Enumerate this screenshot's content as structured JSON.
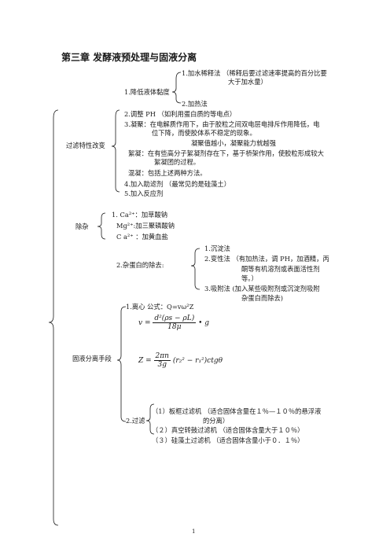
{
  "title": "第三章  发酵液预处理与固液分离",
  "sections": {
    "filter": {
      "label": "过滤特性改变",
      "sub1_label": "1.降低液体黏度",
      "sub1a_line1": "1.加水稀释法  （稀释后要过滤速率提高的百分比要",
      "sub1a_line2": "大于加水量）",
      "sub1b": "2.加热法",
      "item2": "2.调整 PH  （如利用蛋白质的等电点）",
      "item3_line1": "3.凝聚：在电解质作用下，由于胶粒之间双电层电排斥作用降低，电",
      "item3_line2": "位下降，而使胶体系不稳定的现象。",
      "item3_line3": "凝聚值越小，凝聚能力就越强",
      "floc_line1": "絮凝：在有些高分子絮凝剂存在下，基于桥架作用，使胶粒形成较大",
      "floc_line2": "絮凝团的过程。",
      "mix": "混凝：包括上述两种方法。",
      "item4": "4.加入助滤剂  （最常见的是硅藻土）",
      "item5": "5.加入反应剂"
    },
    "impurity": {
      "label": "除杂",
      "item1": "1. Ca²⁺：加草酸钠",
      "item2": "Mg²⁺:加三聚磷酸钠",
      "item3": "C a²⁺ ：加黄血盐",
      "protein_label": "2.杂蛋白的除去:",
      "p1": "1.沉淀法",
      "p2_line1": "2.变性法  （有加热法，调 PH，加酒精，丙",
      "p2_line2": "酮等有机溶剂或表面活性剂",
      "p2_line3": "等。）",
      "p3_line1": "3.吸附法   (加入某些吸附剂或沉淀剂吸附",
      "p3_line2": "杂蛋白而除去)"
    },
    "separation": {
      "label": "固液分离手段",
      "centrifuge": "1.离心   公式：Q=vω²Z",
      "f1_lhs": "v =",
      "f1_num": "d²(ρs − ρL)",
      "f1_den": "18μ",
      "f1_tail": "• g",
      "f2_lhs": "Z =",
      "f2_num": "2πn",
      "f2_den": "3g",
      "f2_tail": "(r₂² − r₁²)ctgθ",
      "filter_label": "2.过滤",
      "fi1_line1": "（1）板框过滤机   （适合固体含量在１％—１０％的悬浮液",
      "fi1_line2": "的分离）",
      "fi2": "（２）真空转鼓过滤机   （适合固体含量大于１０％）",
      "fi3": "（３）硅藻土过滤机     （适合固体含量小于０．１％）"
    }
  },
  "page_number": "1"
}
